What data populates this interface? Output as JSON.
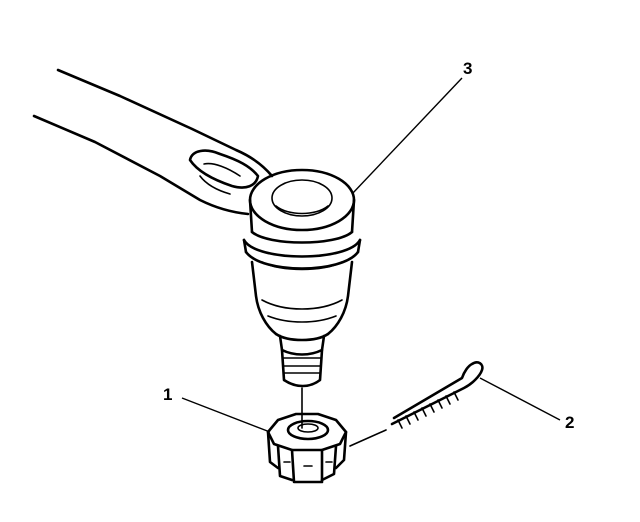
{
  "figure": {
    "callouts": [
      {
        "id": "nut",
        "label": "1"
      },
      {
        "id": "cotter-pin",
        "label": "2"
      },
      {
        "id": "tie-rod-end",
        "label": "3"
      }
    ]
  },
  "colors": {
    "ink": "#000000",
    "background": "#ffffff"
  }
}
